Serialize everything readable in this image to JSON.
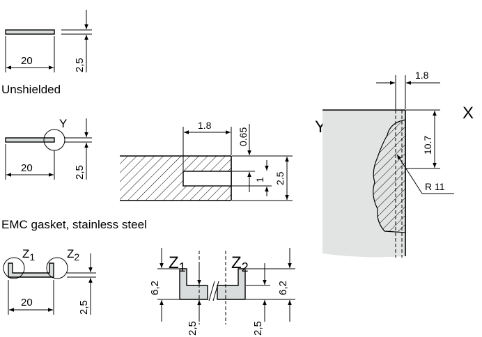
{
  "colors": {
    "part_fill": "#d9dcdc",
    "line": "#000000",
    "background": "#ffffff"
  },
  "labels": {
    "unshielded": "Unshielded",
    "emc_gasket": "EMC gasket, stainless steel",
    "detail_y": "Y",
    "detail_x": "X",
    "z1": "Z",
    "z1_sub": "1",
    "z2": "Z",
    "z2_sub": "2"
  },
  "dimensions": {
    "strip_width": "20",
    "strip_thickness": "2,5",
    "y_gap_width": "1.8",
    "y_offset": "0.65",
    "y_gap_height": "1",
    "y_total": "2.5",
    "x_width": "1.8",
    "x_height": "10.7",
    "x_radius": "R 11",
    "z_height": "6,2",
    "z_thickness": "2,5"
  }
}
